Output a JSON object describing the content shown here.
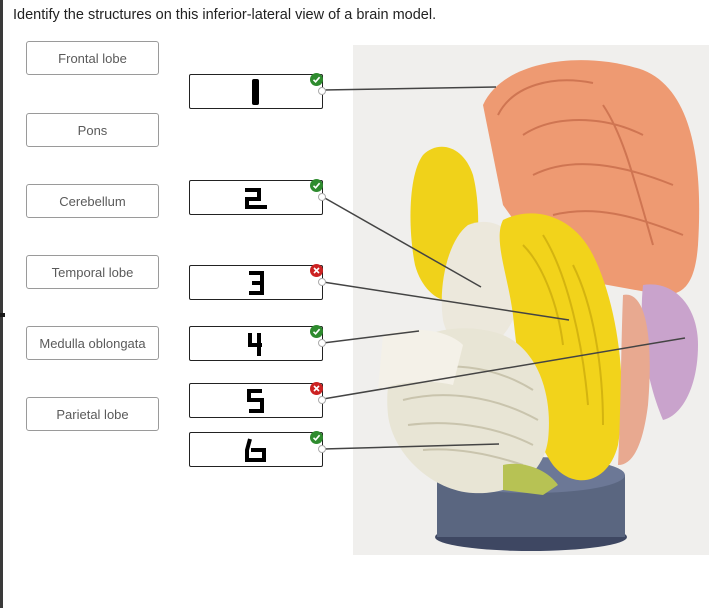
{
  "instruction": "Identify the structures on this inferior-lateral view of a brain model.",
  "answer_bank": [
    {
      "label": "Frontal lobe"
    },
    {
      "label": "Pons"
    },
    {
      "label": "Cerebellum"
    },
    {
      "label": "Temporal lobe"
    },
    {
      "label": "Medulla oblongata"
    },
    {
      "label": "Parietal lobe"
    }
  ],
  "targets": [
    {
      "number": "1",
      "status": "correct"
    },
    {
      "number": "2",
      "status": "correct"
    },
    {
      "number": "3",
      "status": "incorrect"
    },
    {
      "number": "4",
      "status": "correct"
    },
    {
      "number": "5",
      "status": "incorrect"
    },
    {
      "number": "6",
      "status": "correct"
    }
  ],
  "colors": {
    "correct": "#2e8b2e",
    "incorrect": "#cc2222",
    "frontal_lobe": "#ee9a72",
    "temporal_lobe": "#f0d21a",
    "cerebellum": "#e9e6d6",
    "stand": "#5a6680"
  },
  "icons": {
    "correct": "check-circle-icon",
    "incorrect": "x-circle-icon"
  }
}
